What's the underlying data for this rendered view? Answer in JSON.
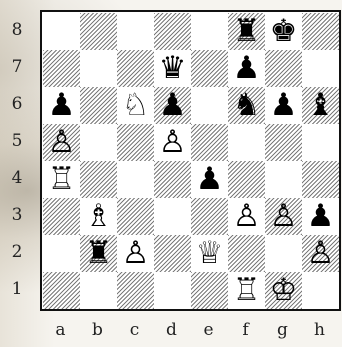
{
  "files": [
    "a",
    "b",
    "c",
    "d",
    "e",
    "f",
    "g",
    "h"
  ],
  "ranks": [
    "8",
    "7",
    "6",
    "5",
    "4",
    "3",
    "2",
    "1"
  ],
  "pieces": [
    {
      "square": "f8",
      "glyph": "♜",
      "name": "black-rook-icon"
    },
    {
      "square": "g8",
      "glyph": "♚",
      "name": "black-king-icon"
    },
    {
      "square": "d7",
      "glyph": "♛",
      "name": "black-queen-icon"
    },
    {
      "square": "f7",
      "glyph": "♟",
      "name": "black-pawn-icon"
    },
    {
      "square": "a6",
      "glyph": "♟",
      "name": "black-pawn-icon"
    },
    {
      "square": "c6",
      "glyph": "♘",
      "name": "white-knight-icon"
    },
    {
      "square": "d6",
      "glyph": "♟",
      "name": "black-pawn-icon"
    },
    {
      "square": "f6",
      "glyph": "♞",
      "name": "black-knight-icon"
    },
    {
      "square": "g6",
      "glyph": "♟",
      "name": "black-pawn-icon"
    },
    {
      "square": "h6",
      "glyph": "♝",
      "name": "black-bishop-icon"
    },
    {
      "square": "a5",
      "glyph": "♙",
      "name": "white-pawn-icon"
    },
    {
      "square": "d5",
      "glyph": "♙",
      "name": "white-pawn-icon"
    },
    {
      "square": "a4",
      "glyph": "♖",
      "name": "white-rook-icon"
    },
    {
      "square": "e4",
      "glyph": "♟",
      "name": "black-pawn-icon"
    },
    {
      "square": "b3",
      "glyph": "♗",
      "name": "white-bishop-icon"
    },
    {
      "square": "f3",
      "glyph": "♙",
      "name": "white-pawn-icon"
    },
    {
      "square": "g3",
      "glyph": "♙",
      "name": "white-pawn-icon"
    },
    {
      "square": "h3",
      "glyph": "♟",
      "name": "black-pawn-icon"
    },
    {
      "square": "b2",
      "glyph": "♜",
      "name": "black-rook-icon"
    },
    {
      "square": "c2",
      "glyph": "♙",
      "name": "white-pawn-icon"
    },
    {
      "square": "e2",
      "glyph": "♕",
      "name": "white-queen-icon"
    },
    {
      "square": "h2",
      "glyph": "♙",
      "name": "white-pawn-icon"
    },
    {
      "square": "f1",
      "glyph": "♖",
      "name": "white-rook-icon"
    },
    {
      "square": "g1",
      "glyph": "♔",
      "name": "white-king-icon"
    }
  ]
}
